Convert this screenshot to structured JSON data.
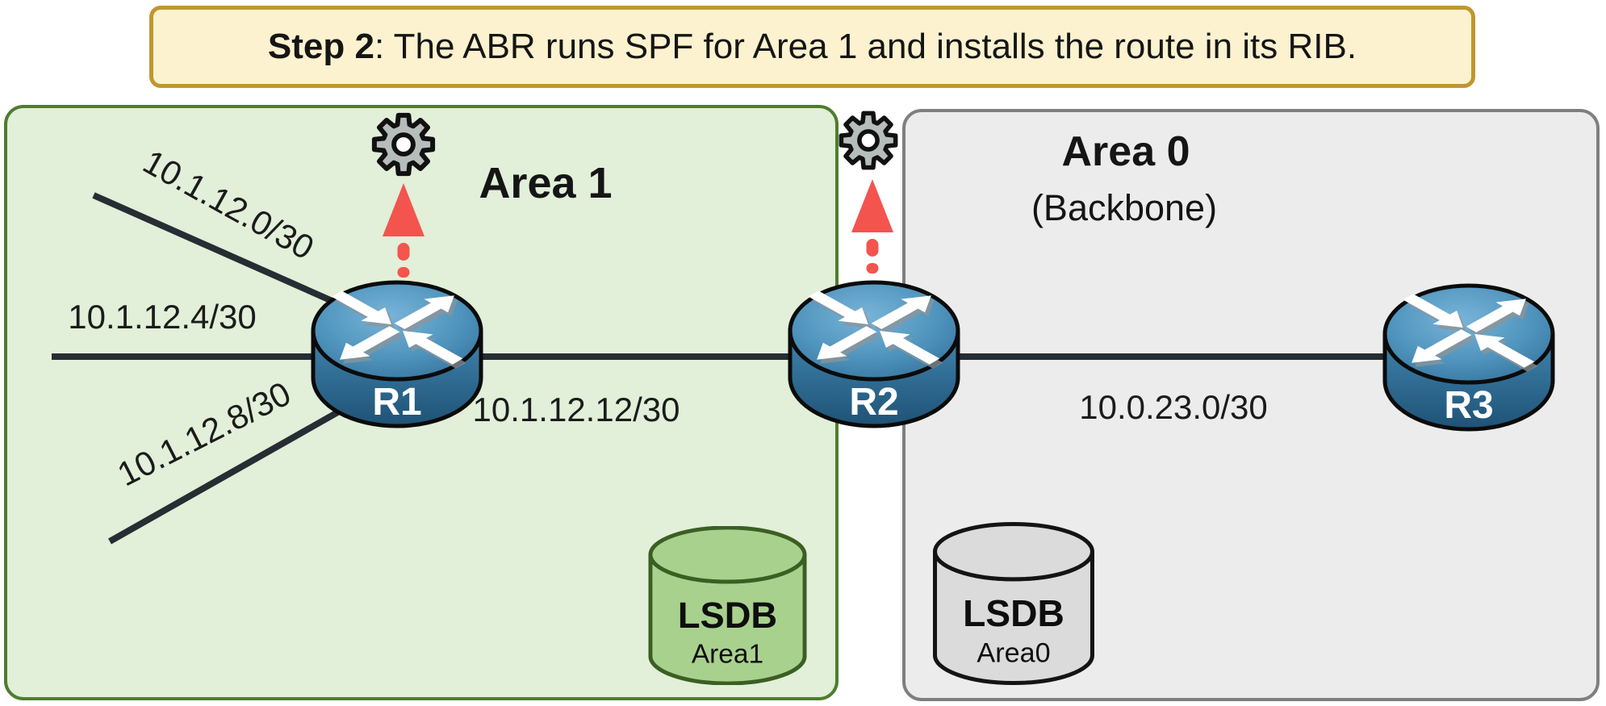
{
  "banner": {
    "step": "Step 2",
    "rest": ": The ABR runs SPF for Area 1 and installs the route in its RIB."
  },
  "area1": {
    "title": "Area 1",
    "lsdb_title": "LSDB",
    "lsdb_subtitle": "Area1"
  },
  "area0": {
    "title": "Area 0",
    "subtitle": "(Backbone)",
    "lsdb_title": "LSDB",
    "lsdb_subtitle": "Area0"
  },
  "routers": [
    {
      "name": "R1"
    },
    {
      "name": "R2"
    },
    {
      "name": "R3"
    }
  ],
  "links": {
    "r1_stub_top": "10.1.12.0/30",
    "r1_stub_middle": "10.1.12.4/30",
    "r1_stub_bottom": "10.1.12.8/30",
    "r1_r2": "10.1.12.12/30",
    "r2_r3": "10.0.23.0/30"
  },
  "icons": {
    "gear": "gear-icon",
    "up_arrow": "dashed-up-arrow-icon",
    "router": "router-icon",
    "database": "database-cylinder-icon"
  },
  "colors": {
    "banner_bg": "#FDF2CF",
    "banner_border": "#C0962F",
    "area1_bg": "#E2EFD9",
    "area1_border": "#4F7D2F",
    "area0_bg": "#ECECEC",
    "area0_border": "#7F7F7F",
    "link_line": "#262D33",
    "router_blue_top": "#5B9FC7",
    "router_blue_side": "#2B6289",
    "arrow_red": "#F4544E",
    "gear_gray": "#B6BEBB",
    "lsdb_green_fill": "#A9D18E",
    "lsdb_green_border": "#3A5F23",
    "lsdb_gray_fill": "#DBDBDB",
    "lsdb_gray_border": "#141414",
    "text": "#151515"
  }
}
